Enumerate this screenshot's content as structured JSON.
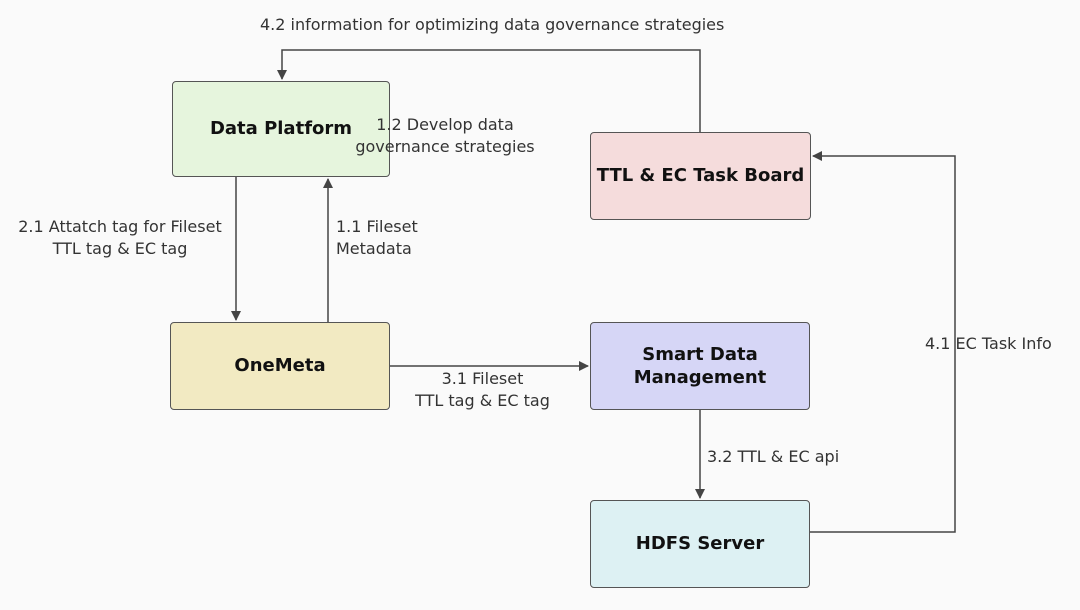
{
  "nodes": {
    "data_platform": {
      "label": "Data Platform",
      "color": "#e6f5dd"
    },
    "ttl_ec_task_board": {
      "label": "TTL & EC Task Board",
      "color": "#f5dcdc"
    },
    "onemeta": {
      "label": "OneMeta",
      "color": "#f2eac2"
    },
    "smart_data_management": {
      "label": "Smart Data\nManagement",
      "color": "#d6d6f6"
    },
    "hdfs_server": {
      "label": "HDFS Server",
      "color": "#ddf1f3"
    }
  },
  "edges": {
    "e_4_2": {
      "label": "4.2 information for optimizing data governance strategies"
    },
    "e_1_2": {
      "label": "1.2 Develop data\ngovernance strategies"
    },
    "e_2_1": {
      "label": "2.1 Attatch tag for Fileset\nTTL tag & EC tag"
    },
    "e_1_1": {
      "label": "1.1 Fileset\nMetadata"
    },
    "e_3_1": {
      "label": "3.1 Fileset\nTTL tag & EC tag"
    },
    "e_3_2": {
      "label": "3.2 TTL & EC api"
    },
    "e_4_1": {
      "label": "4.1 EC Task Info"
    }
  },
  "colors": {
    "line": "#444444",
    "background": "#fafafa"
  }
}
